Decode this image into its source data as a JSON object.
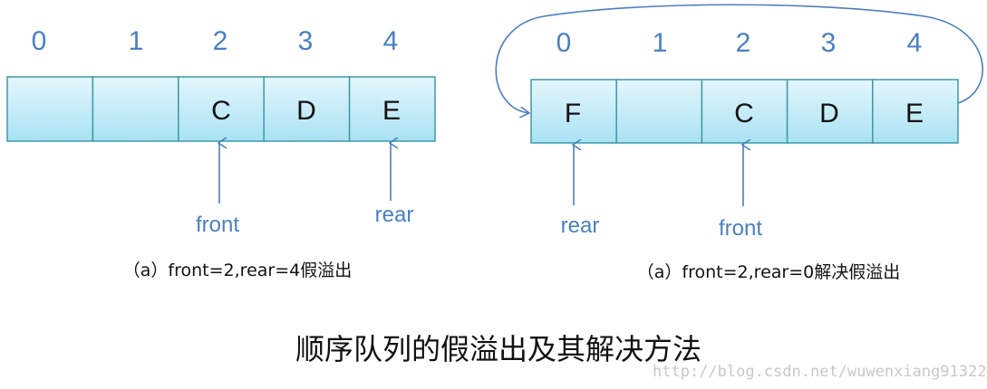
{
  "colors": {
    "cell_fill_top": "#e4f6fc",
    "cell_fill_bottom": "#a9e2f4",
    "cell_border": "#3f9aa8",
    "pointer": "#4a7fc0"
  },
  "left": {
    "indices": [
      "0",
      "1",
      "2",
      "3",
      "4"
    ],
    "cells": [
      "",
      "",
      "C",
      "D",
      "E"
    ],
    "front_label": "front",
    "rear_label": "rear",
    "caption": "（a）front=2,rear=4假溢出"
  },
  "right": {
    "indices": [
      "0",
      "1",
      "2",
      "3",
      "4"
    ],
    "cells": [
      "F",
      "",
      "C",
      "D",
      "E"
    ],
    "front_label": "front",
    "rear_label": "rear",
    "caption": "（a）front=2,rear=0解决假溢出"
  },
  "title": "顺序队列的假溢出及其解决方法",
  "watermark": "http://blog.csdn.net/wuwenxiang91322"
}
